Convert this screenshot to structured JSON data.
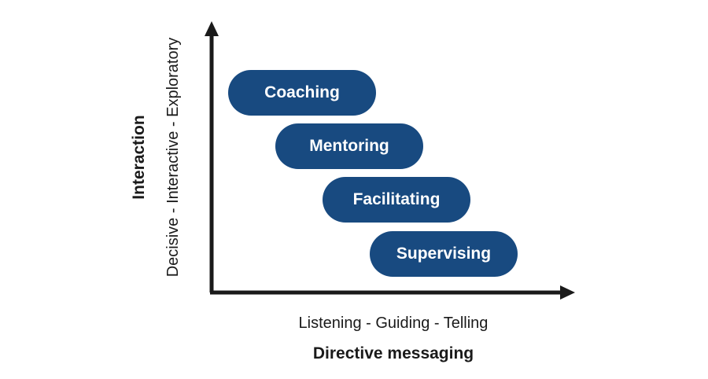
{
  "diagram": {
    "stages": [
      {
        "label": "Coaching"
      },
      {
        "label": "Mentoring"
      },
      {
        "label": "Facilitating"
      },
      {
        "label": "Supervising"
      }
    ],
    "x_axis": {
      "title": "Directive messaging",
      "scale": "Listening - Guiding - Telling"
    },
    "y_axis": {
      "title": "Interaction",
      "scale": "Decisive - Interactive - Exploratory"
    },
    "colors": {
      "pill": "#184a80",
      "pill_text": "#ffffff",
      "axis": "#1a1a1a"
    }
  }
}
